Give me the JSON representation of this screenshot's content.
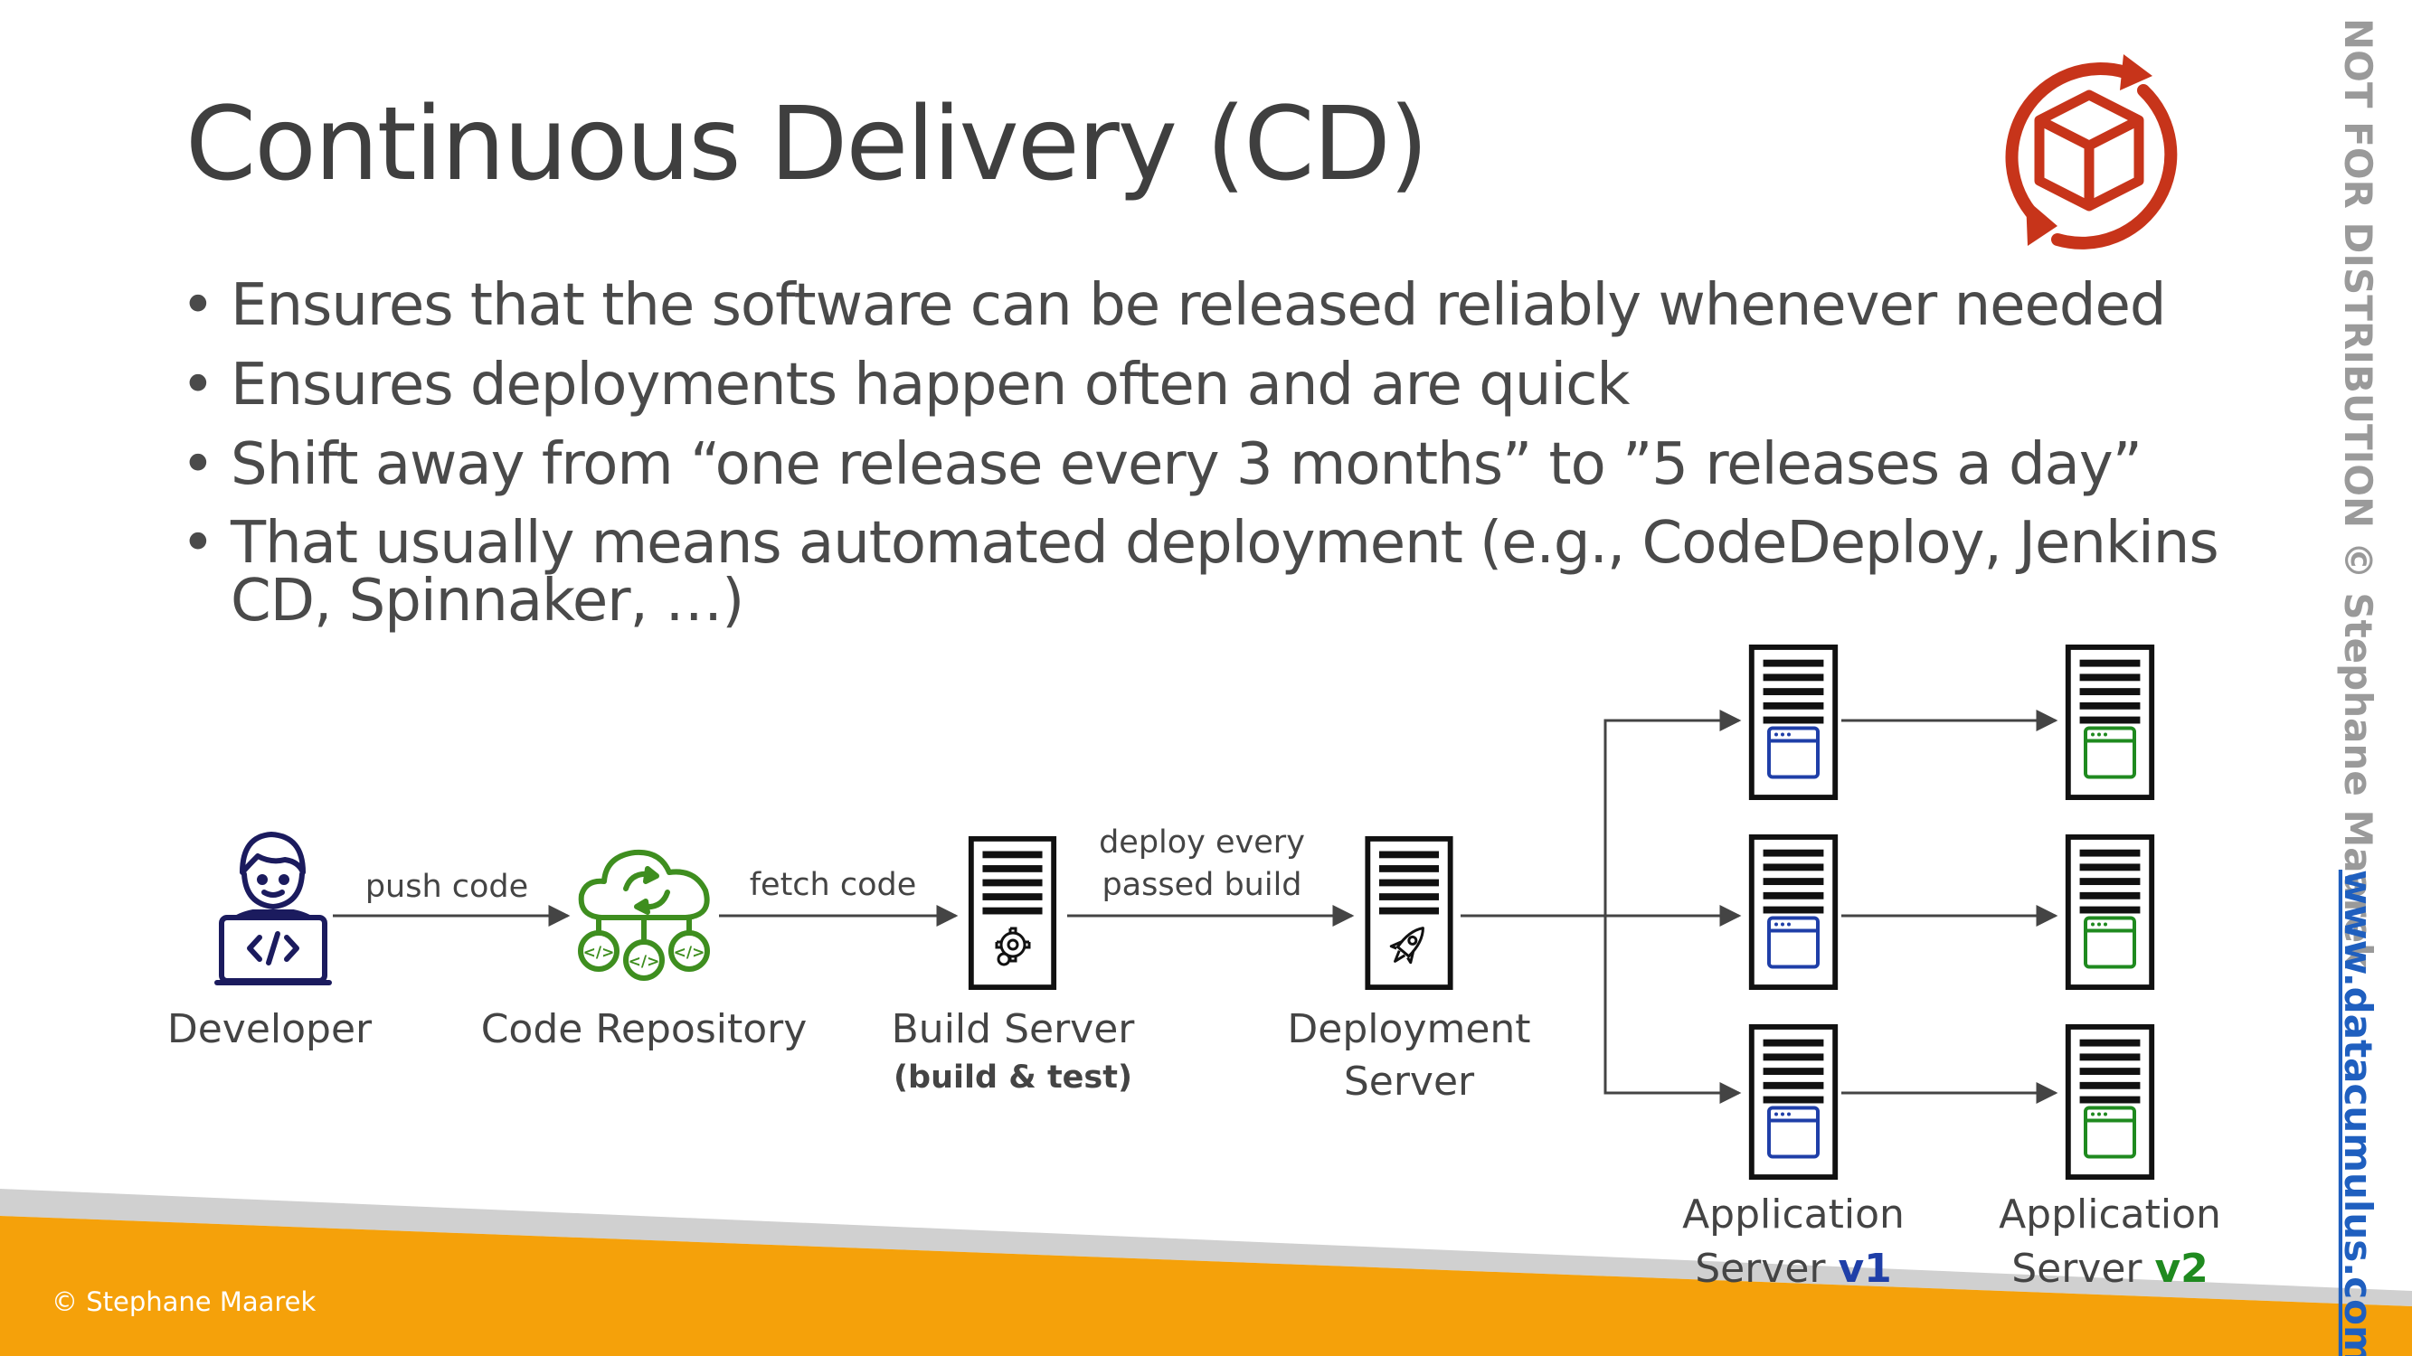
{
  "slide": {
    "title": "Continuous Delivery (CD)",
    "bullets": [
      "Ensures that the software can be released reliably whenever needed",
      "Ensures deployments happen often and are quick",
      "Shift away from “one release every 3 months” to ”5 releases a day”",
      "That usually means automated deployment (e.g., CodeDeploy, Jenkins CD, Spinnaker, …)"
    ]
  },
  "diagram": {
    "nodes": {
      "developer": "Developer",
      "code_repository": "Code Repository",
      "build_server": "Build Server",
      "build_server_sub": "(build & test)",
      "deployment_server_line1": "Deployment",
      "deployment_server_line2": "Server",
      "app_v1_line1": "Application",
      "app_v1_line2": "Server",
      "app_v1_version": "v1",
      "app_v2_line1": "Application",
      "app_v2_line2": "Server",
      "app_v2_version": "v2"
    },
    "edges": {
      "push_code": "push code",
      "fetch_code": "fetch code",
      "deploy_line1": "deploy every",
      "deploy_line2": "passed build"
    },
    "icons": {
      "developer": "developer-laptop-icon",
      "repository": "cloud-code-repository-icon",
      "build": "server-gear-icon",
      "deploy": "server-rocket-icon",
      "app": "server-window-icon",
      "logo": "cube-refresh-icon"
    },
    "colors": {
      "v1": "#1f3fa8",
      "v2": "#1f8a1f",
      "repo": "#3e8e1f",
      "developer": "#1b1b5e",
      "logo": "#c7341a",
      "orange": "#f5a10a"
    }
  },
  "watermark": {
    "notice": "NOT FOR DISTRIBUTION © Stephane Maarek",
    "url": "www.datacumulus.com"
  },
  "footer": {
    "credit": "© Stephane Maarek"
  }
}
